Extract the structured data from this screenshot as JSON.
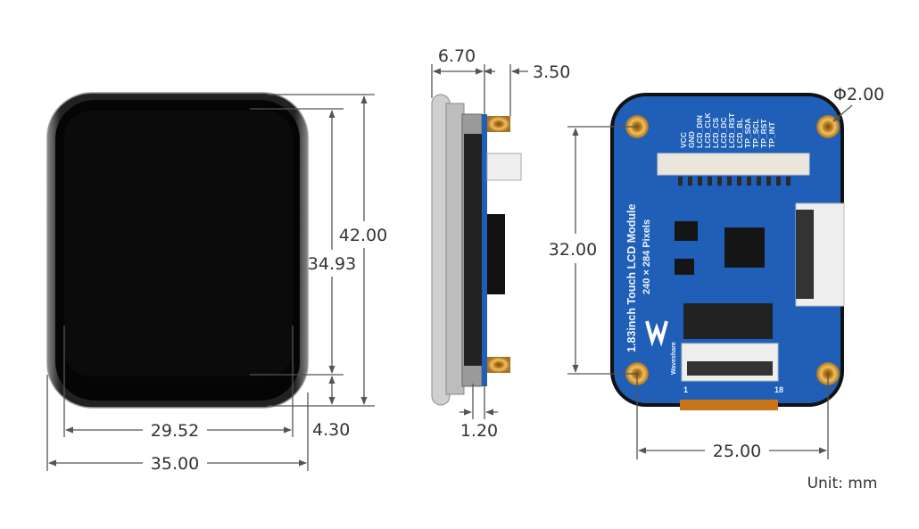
{
  "dimensions": {
    "front_height": "42.00",
    "screen_height": "34.93",
    "bottom_bezel": "4.30",
    "screen_width": "29.52",
    "front_width": "35.00",
    "side_thickness": "6.70",
    "standoff_height": "3.50",
    "glass_thickness": "1.20",
    "hole_vertical_spacing": "32.00",
    "hole_horizontal_spacing": "25.00",
    "hole_diameter": "Φ2.00"
  },
  "unit_label": "Unit: mm",
  "pcb": {
    "module_name": "1.83inch Touch LCD Module",
    "resolution": "240 × 284 Pixels",
    "brand": "Waveshare",
    "pins": [
      "VCC",
      "GND",
      "LCD_DIN",
      "LCD_CLK",
      "LCD_CS",
      "LCD_DC",
      "LCD_RST",
      "LCD_BL",
      "TP_SDA",
      "TP_SCL",
      "TP_RST",
      "TP_INT"
    ],
    "connector_pin_first": "1",
    "connector_pin_last": "18"
  },
  "colors": {
    "pcb": "#1f5fb8",
    "display": "#050505",
    "brass": "#c8932e",
    "dimension_line": "#555555"
  }
}
